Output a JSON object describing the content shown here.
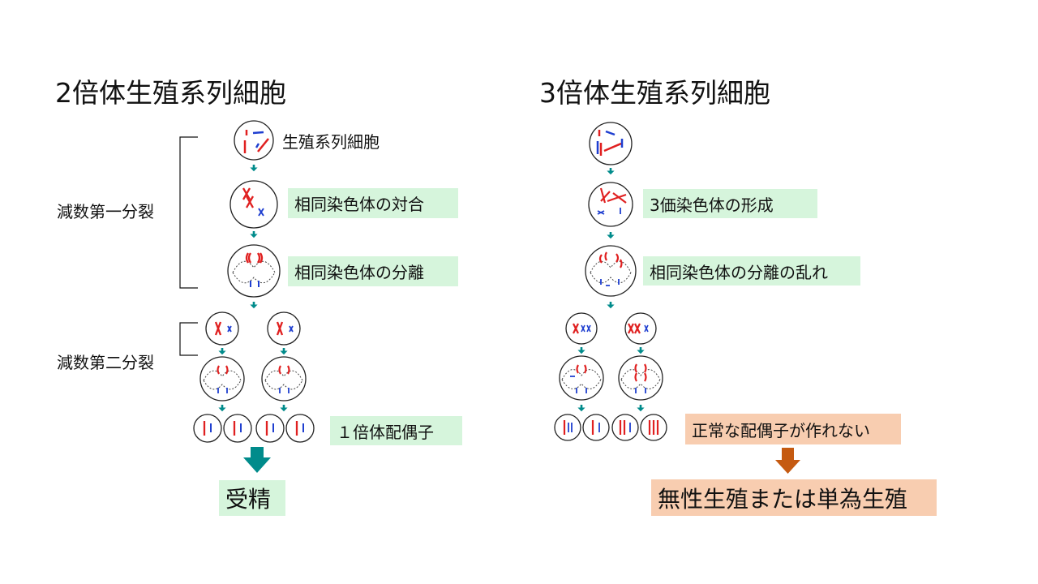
{
  "left": {
    "title": "2倍体生殖系列細胞",
    "cell_label": "生殖系列細胞",
    "meiosis1": "減数第一分裂",
    "meiosis2": "減数第二分裂",
    "pairing": "相同染色体の対合",
    "separation": "相同染色体の分離",
    "gametes": "１倍体配偶子",
    "result": "受精"
  },
  "right": {
    "title": "3倍体生殖系列細胞",
    "trivalent": "3価染色体の形成",
    "disorder": "相同染色体の分離の乱れ",
    "no_gametes": "正常な配偶子が作れない",
    "result": "無性生殖または単為生殖"
  },
  "colors": {
    "green_box": "#d6f5dc",
    "peach_box": "#f8cdb0",
    "teal_arrow": "#008b8b",
    "orange_arrow": "#c55a11",
    "chromosome_red": "#e02020",
    "chromosome_blue": "#1f3fd0"
  }
}
